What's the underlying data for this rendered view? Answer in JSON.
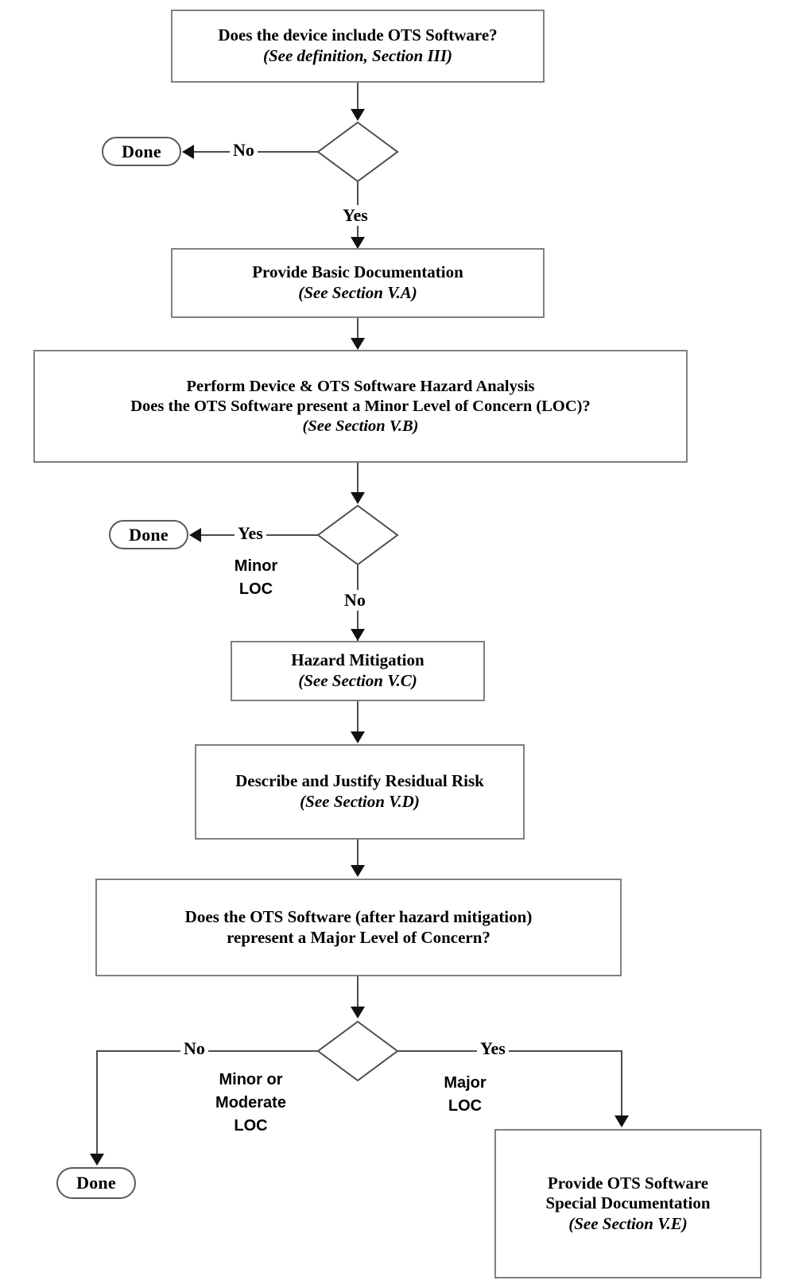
{
  "diagram": {
    "title": "OTS Software Documentation Decision Flowchart",
    "colors": {
      "node_border": "#808080",
      "terminator_border": "#5a5a5a",
      "connector": "#4d4d4d",
      "arrowhead": "#111111",
      "background": "#ffffff",
      "text": "#000000"
    }
  },
  "nodes": {
    "start_question": {
      "line1": "Does the device include OTS Software?",
      "line2": "(See definition, Section III)"
    },
    "basic_documentation": {
      "line1": "Provide Basic Documentation",
      "line2": "(See Section V.A)"
    },
    "hazard_analysis": {
      "line1": "Perform Device & OTS Software Hazard Analysis",
      "line2": "Does the OTS Software present a Minor Level of Concern (LOC)?",
      "line3": "(See Section V.B)"
    },
    "hazard_mitigation": {
      "line1": "Hazard Mitigation",
      "line2": "(See Section V.C)"
    },
    "residual_risk": {
      "line1": "Describe and Justify Residual Risk",
      "line2": "(See Section V.D)"
    },
    "major_loc_question": {
      "line1": "Does the OTS Software (after hazard mitigation)",
      "line2": "represent a Major Level of Concern?"
    },
    "special_documentation": {
      "line1": "Provide OTS Software",
      "line2": "Special Documentation",
      "line3": "(See Section V.E)"
    }
  },
  "terminators": {
    "done_no_ots": "Done",
    "done_minor_loc": "Done",
    "done_minor_or_moderate_loc": "Done"
  },
  "edges": {
    "d1_no": "No",
    "d1_yes": "Yes",
    "d2_yes": "Yes",
    "d2_no": "No",
    "d3_no": "No",
    "d3_yes": "Yes"
  },
  "annotations": {
    "minor_loc_line1": "Minor",
    "minor_loc_line2": "LOC",
    "minor_or_moderate_line1": "Minor or",
    "minor_or_moderate_line2": "Moderate",
    "minor_or_moderate_line3": "LOC",
    "major_loc_line1": "Major",
    "major_loc_line2": "LOC"
  }
}
